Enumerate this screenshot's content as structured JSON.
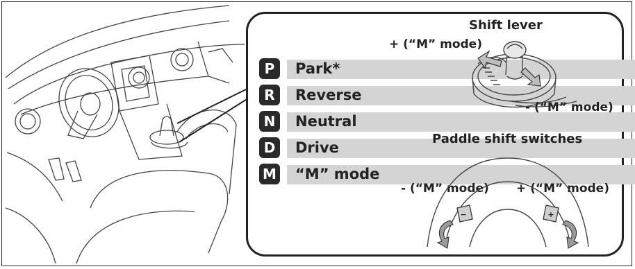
{
  "gears": [
    {
      "letter": "P",
      "label": "Park*"
    },
    {
      "letter": "R",
      "label": "Reverse"
    },
    {
      "letter": "N",
      "label": "Neutral"
    },
    {
      "letter": "D",
      "label": "Drive"
    },
    {
      "letter": "M",
      "label": "“M” mode"
    }
  ],
  "shift_lever": {
    "title": "Shift lever",
    "plus_label": "+ (“M” mode)",
    "minus_label": "- (“M” mode)"
  },
  "paddle": {
    "title": "Paddle shift switches",
    "minus_label": "- (“M” mode)",
    "plus_label": "+ (“M” mode)",
    "minus_symbol": "−",
    "plus_symbol": "+"
  },
  "colors": {
    "line": "#222222",
    "bar": "#d4d4d4",
    "badge": "#2a2a2a",
    "arrow": "#9a9a9a"
  }
}
